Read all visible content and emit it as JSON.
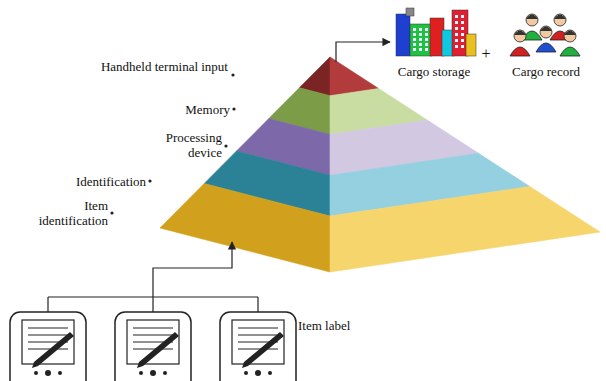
{
  "diagram": {
    "labels": [
      "Handheld terminal input",
      "Memory",
      "Processing device",
      "Identification",
      "Item identification",
      "Cargo storage",
      "+",
      "Cargo record",
      "Item label"
    ]
  }
}
